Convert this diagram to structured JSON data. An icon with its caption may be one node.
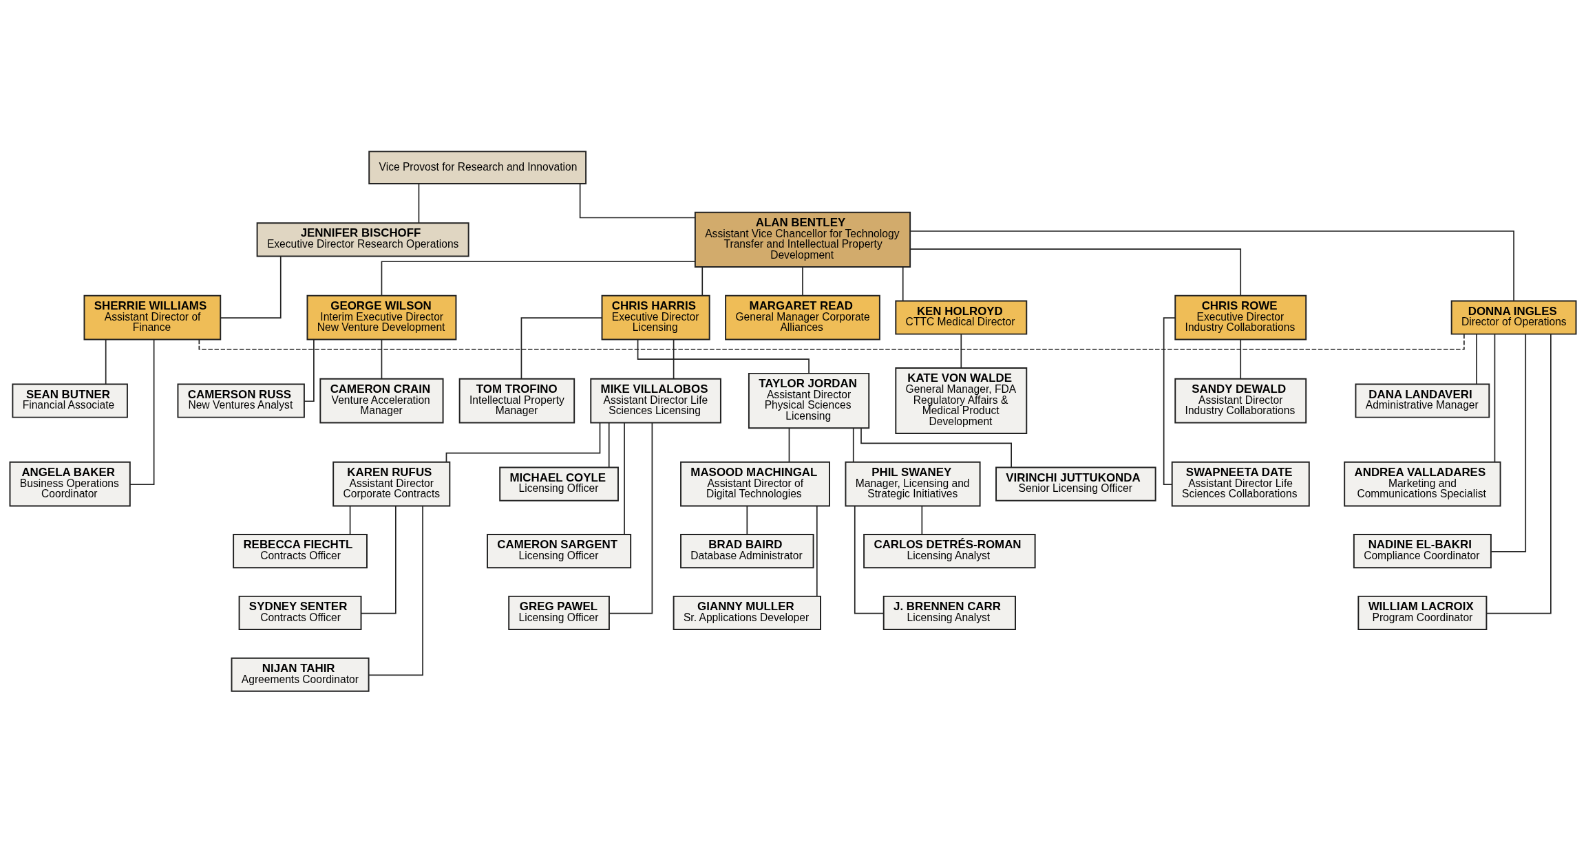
{
  "diagram": {
    "nodes": [
      {
        "text": [
          "Vice Provost for Research and Innovation"
        ]
      },
      {
        "text": [
          "JENNIFER BISCHOFF",
          "Executive Director Research Operations"
        ]
      },
      {
        "text": [
          "ALAN BENTLEY",
          "Assistant Vice Chancellor for Technology Transfer and Intellectual Property Development"
        ]
      },
      {
        "text": [
          "SHERRIE WILLIAMS",
          "Assistant Director of Finance"
        ]
      },
      {
        "text": [
          "DONNA INGLES",
          "Director of Operations"
        ]
      },
      {
        "text": [
          "GEORGE WILSON",
          "Interim Executive Director New Venture Development"
        ]
      },
      {
        "text": [
          "CHRIS HARRIS",
          "Executive Director Licensing"
        ]
      },
      {
        "text": [
          "MARGARET READ",
          "General Manager Corporate Alliances"
        ]
      },
      {
        "text": [
          "KEN HOLROYD",
          "CTTC Medical Director"
        ]
      },
      {
        "text": [
          "CHRIS ROWE",
          "Executive Director Industry Collaborations"
        ]
      },
      {
        "text": [
          "SEAN BUTNER",
          "Financial Associate"
        ]
      },
      {
        "text": [
          "ANGELA BAKER",
          "Business Operations Coordinator"
        ]
      },
      {
        "text": [
          "DANA LANDAVERI",
          "Administrative Manager"
        ]
      },
      {
        "text": [
          "ANDREA VALLADARES",
          "Marketing and Communications Specialist"
        ]
      },
      {
        "text": [
          "NADINE EL-BAKRI",
          "Compliance Coordinator"
        ]
      },
      {
        "text": [
          "WILLIAM LACROIX",
          "Program Coordinator"
        ]
      },
      {
        "text": [
          "CAMERSON RUSS",
          "New Ventures Analyst"
        ]
      },
      {
        "text": [
          "CAMERON CRAIN",
          "Venture Acceleration Manager"
        ]
      },
      {
        "text": [
          "TAYLOR JORDAN",
          "Assistant Director Physical Sciences Licensing"
        ]
      },
      {
        "text": [
          "TOM TROFINO",
          "Intellectual Property Manager"
        ]
      },
      {
        "text": [
          "MIKE VILLALOBOS",
          "Assistant Director Life Sciences Licensing"
        ]
      },
      {
        "text": [
          "KATE VON WALDE",
          "General Manager, FDA Regulatory Affairs & Medical Product Development"
        ]
      },
      {
        "text": [
          "SANDY DEWALD",
          "Assistant Director Industry Collaborations"
        ]
      },
      {
        "text": [
          "SWAPNEETA DATE",
          "Assistant Director Life Sciences Collaborations"
        ]
      },
      {
        "text": [
          "MASOOD MACHINGAL",
          "Assistant Director of Digital Technologies"
        ]
      },
      {
        "text": [
          "PHIL SWANEY",
          "Manager, Licensing and Strategic Initiatives"
        ]
      },
      {
        "text": [
          "VIRINCHI JUTTUKONDA",
          "Senior Licensing Officer"
        ]
      },
      {
        "text": [
          "MICHAEL COYLE",
          "Licensing Officer"
        ]
      },
      {
        "text": [
          "KAREN RUFUS",
          "Assistant Director Corporate Contracts"
        ]
      },
      {
        "text": [
          "BRAD BAIRD",
          "Database Administrator"
        ]
      },
      {
        "text": [
          "GIANNY MULLER",
          "Sr. Applications Developer"
        ]
      },
      {
        "text": [
          "CARLOS DETRÉS-ROMAN",
          "Licensing Analyst"
        ]
      },
      {
        "text": [
          "J. BRENNEN CARR",
          "Licensing Analyst"
        ]
      },
      {
        "text": [
          "CAMERON SARGENT",
          "Licensing Officer"
        ]
      },
      {
        "text": [
          "GREG PAWEL",
          "Licensing Officer"
        ]
      },
      {
        "text": [
          "REBECCA FIECHTL",
          "Contracts Officer"
        ]
      },
      {
        "text": [
          "SYDNEY SENTER",
          "Contracts Officer"
        ]
      },
      {
        "text": [
          "NIJAN TAHIR",
          "Agreements Coordinator"
        ]
      }
    ],
    "edges": [
      {
        "from": 0,
        "to": 1,
        "arrow": "none"
      },
      {
        "from": 0,
        "to": 2,
        "arrow": "none"
      },
      {
        "from": 1,
        "to": 3,
        "arrow": "none"
      },
      {
        "from": 3,
        "to": 4,
        "arrow": "none",
        "style": "dashed"
      },
      {
        "from": 2,
        "to": 4,
        "arrow": "none"
      },
      {
        "from": 2,
        "to": 5,
        "arrow": "none"
      },
      {
        "from": 2,
        "to": 6,
        "arrow": "none"
      },
      {
        "from": 2,
        "to": 7,
        "arrow": "none"
      },
      {
        "from": 2,
        "to": 8,
        "arrow": "none"
      },
      {
        "from": 2,
        "to": 9,
        "arrow": "none"
      },
      {
        "from": 3,
        "to": 10,
        "arrow": "none"
      },
      {
        "from": 3,
        "to": 11,
        "arrow": "none"
      },
      {
        "from": 4,
        "to": 12,
        "arrow": "none"
      },
      {
        "from": 4,
        "to": 13,
        "arrow": "none"
      },
      {
        "from": 4,
        "to": 14,
        "arrow": "none"
      },
      {
        "from": 4,
        "to": 15,
        "arrow": "none"
      },
      {
        "from": 5,
        "to": 16,
        "arrow": "none"
      },
      {
        "from": 5,
        "to": 17,
        "arrow": "none"
      },
      {
        "from": 6,
        "to": 18,
        "arrow": "none"
      },
      {
        "from": 6,
        "to": 19,
        "arrow": "none"
      },
      {
        "from": 6,
        "to": 20,
        "arrow": "none"
      },
      {
        "from": 8,
        "to": 21,
        "arrow": "none"
      },
      {
        "from": 9,
        "to": 22,
        "arrow": "none"
      },
      {
        "from": 9,
        "to": 23,
        "arrow": "none"
      },
      {
        "from": 18,
        "to": 24,
        "arrow": "none"
      },
      {
        "from": 18,
        "to": 25,
        "arrow": "none"
      },
      {
        "from": 18,
        "to": 26,
        "arrow": "none"
      },
      {
        "from": 20,
        "to": 27,
        "arrow": "none"
      },
      {
        "from": 20,
        "to": 33,
        "arrow": "none"
      },
      {
        "from": 20,
        "to": 34,
        "arrow": "none"
      },
      {
        "from": 20,
        "to": 28,
        "arrow": "none"
      },
      {
        "from": 24,
        "to": 29,
        "arrow": "none"
      },
      {
        "from": 24,
        "to": 30,
        "arrow": "none"
      },
      {
        "from": 25,
        "to": 31,
        "arrow": "none"
      },
      {
        "from": 25,
        "to": 32,
        "arrow": "none"
      },
      {
        "from": 28,
        "to": 35,
        "arrow": "none"
      },
      {
        "from": 28,
        "to": 36,
        "arrow": "none"
      },
      {
        "from": 28,
        "to": 37,
        "arrow": "none"
      }
    ]
  }
}
